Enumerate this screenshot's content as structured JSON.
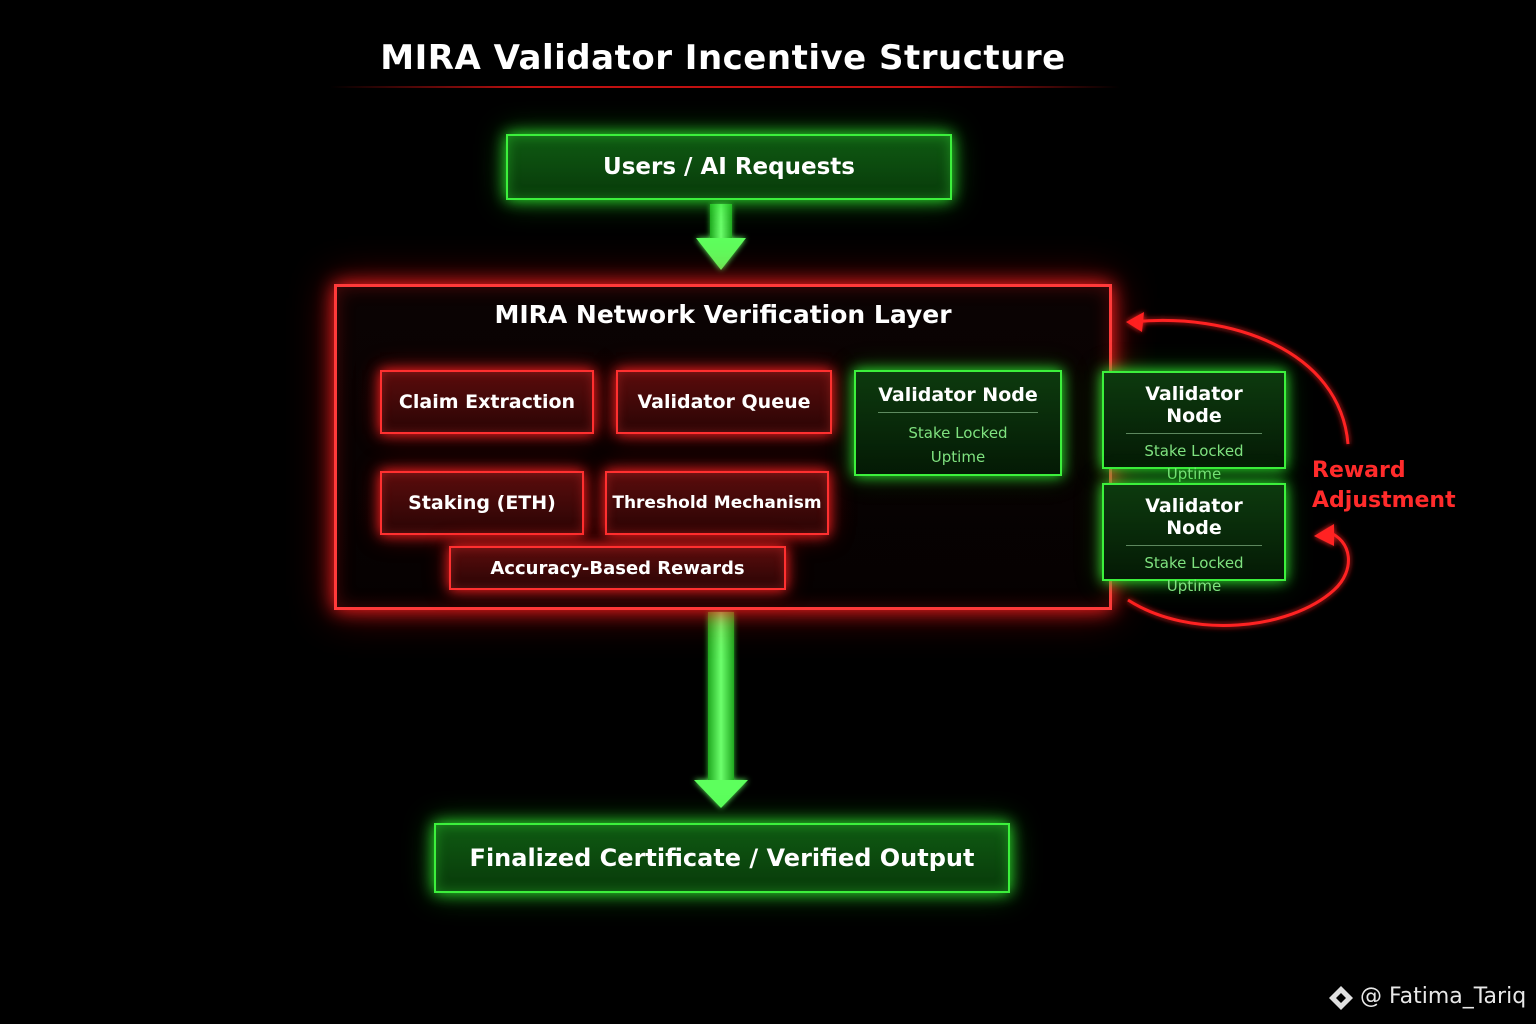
{
  "title": "MIRA Validator Incentive Structure",
  "input_box": "Users / AI Requests",
  "layer": {
    "title": "MIRA Network Verification Layer",
    "claim_extraction": "Claim Extraction",
    "validator_queue": "Validator Queue",
    "staking": "Staking (ETH)",
    "threshold": "Threshold Mechanism",
    "accuracy_rewards": "Accuracy-Based Rewards"
  },
  "nodes": [
    {
      "title": "Validator Node",
      "line1": "Stake Locked",
      "line2": "Uptime"
    },
    {
      "title": "Validator Node",
      "line1": "Stake Locked",
      "line2": "Uptime"
    },
    {
      "title": "Validator Node",
      "line1": "Stake Locked",
      "line2": "Uptime"
    }
  ],
  "reward_adjustment": {
    "line1": "Reward",
    "line2": "Adjustment"
  },
  "output_box": "Finalized Certificate / Verified Output",
  "watermark": "@ Fatima_Tariq",
  "colors": {
    "green": "#3cf03c",
    "red": "#ff3030",
    "background": "#000000"
  }
}
